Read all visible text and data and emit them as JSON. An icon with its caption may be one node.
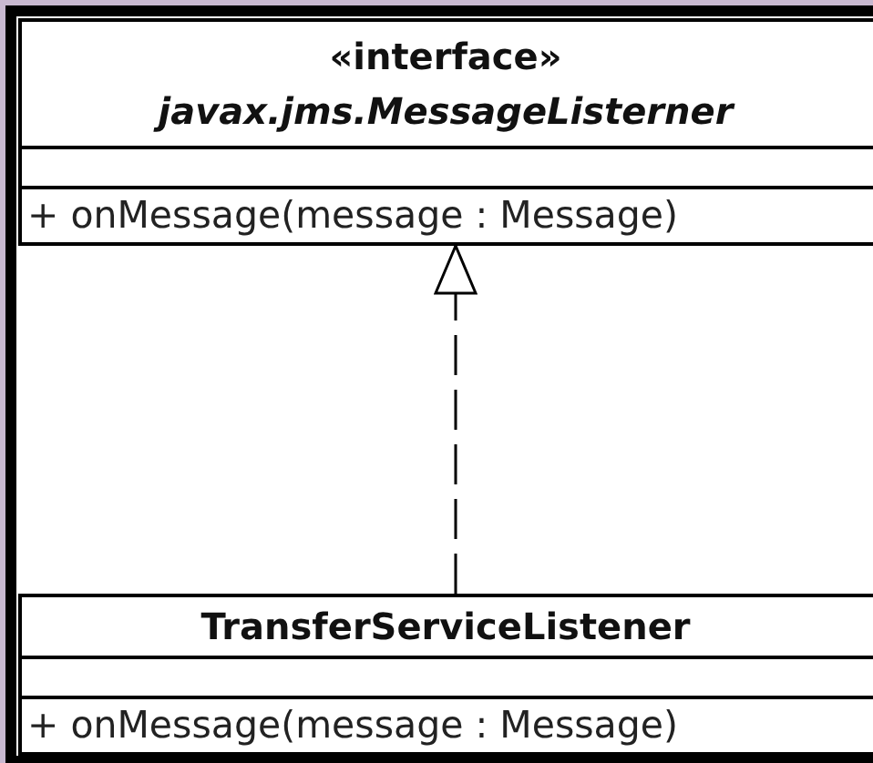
{
  "diagram": {
    "nodes": [
      {
        "text": [
          "«interface»",
          "javax.jms.MessageListerner",
          "+ onMessage(message : Message)"
        ]
      },
      {
        "text": [
          "TransferServiceListener",
          "+ onMessage(message : Message)"
        ]
      }
    ],
    "edges": [
      {
        "from": 1,
        "to": 0,
        "arrow": "to",
        "style": "dashed"
      }
    ]
  }
}
